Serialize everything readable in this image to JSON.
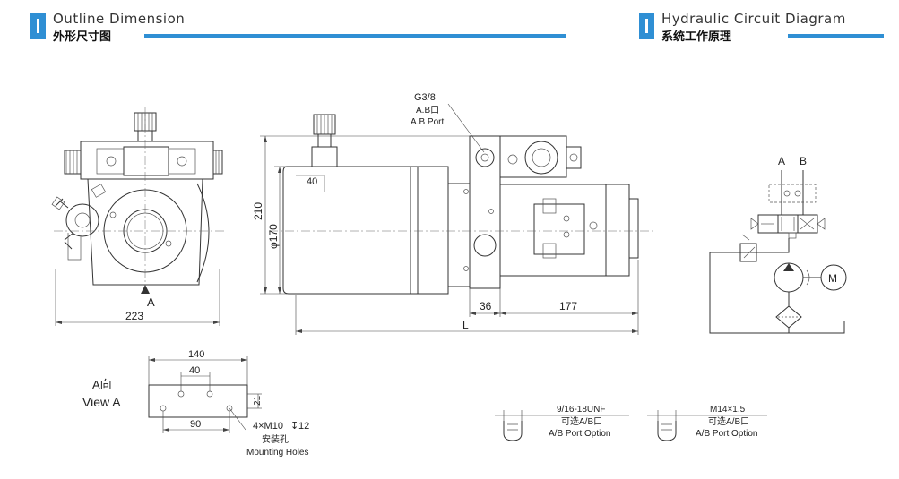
{
  "headers": {
    "outline_en": "Outline Dimension",
    "outline_cn": "外形尺寸图",
    "circuit_en": "Hydraulic Circuit Diagram",
    "circuit_cn": "系统工作原理",
    "accent_color": "#2f8fd4"
  },
  "front_view": {
    "arrow_label": "A",
    "width_dim": "223"
  },
  "side_view": {
    "port_size": "G3/8",
    "port_cn": "A.B口",
    "port_en": "A.B Port",
    "cap_dim": "40",
    "height_dim": "210",
    "dia_dim": "φ170",
    "dim_36": "36",
    "dim_177": "177",
    "length_label": "L"
  },
  "view_a": {
    "title_cn": "A向",
    "title_en": "View A",
    "dim_140": "140",
    "dim_40": "40",
    "dim_21": "21",
    "dim_90": "90",
    "holes_spec": "4×M10",
    "holes_depth_symbol": "↧",
    "holes_depth": "12",
    "holes_cn": "安装孔",
    "holes_en": "Mounting Holes"
  },
  "port_options": [
    {
      "thread": "9/16-18UNF",
      "cn": "可选A/B口",
      "en": "A/B Port Option"
    },
    {
      "thread": "M14×1.5",
      "cn": "可选A/B口",
      "en": "A/B Port Option"
    }
  ],
  "circuit": {
    "port_a": "A",
    "port_b": "B",
    "motor": "M"
  }
}
